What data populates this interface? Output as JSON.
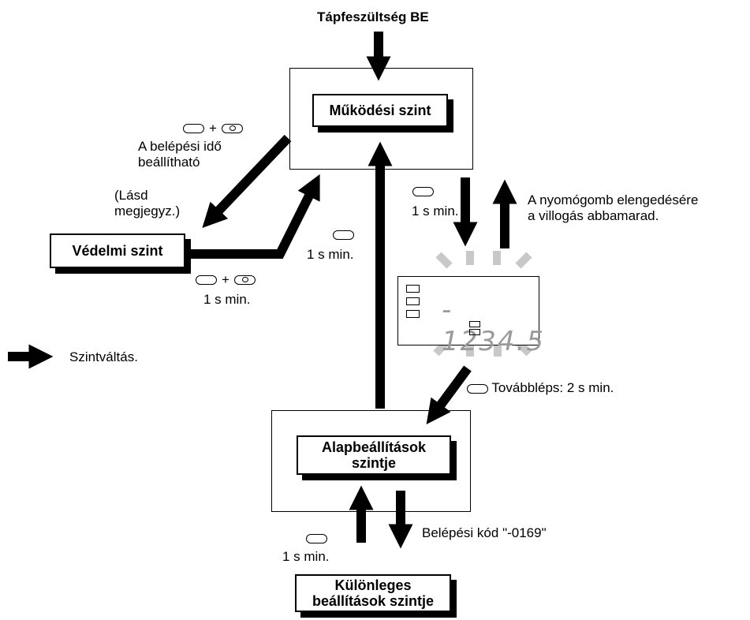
{
  "diagram": {
    "power_on": "Tápfeszültség BE",
    "levels": {
      "operation": "Működési szint",
      "protect": "Védelmi szint",
      "initial_line1": "Alapbeállítások",
      "initial_line2": "szintje",
      "advanced_line1": "Különleges",
      "advanced_line2": "beállítások szintje"
    },
    "labels": {
      "enter_time_line1": "A belépési idő",
      "enter_time_line2": "beállítható",
      "see_note_line1": "(Lásd",
      "see_note_line2": "megjegyz.)",
      "protect_return_time": "1 s min.",
      "op_to_panel_time": "1 s min.",
      "release_line1": "A nyomógomb elengedésére",
      "release_line2": "a villogás abbamarad.",
      "initial_to_op_time": "1 s min.",
      "legend": "Szintváltás.",
      "continue": "Továbbléps: 2 s min.",
      "password": "Belépési kód \"-0169\"",
      "advanced_return_time": "1 s min."
    },
    "display_value": "- 1234.5",
    "icons": [
      "mode-key-icon",
      "level-key-icon",
      "arrow-icon"
    ],
    "colors": {
      "arrow": "#000000",
      "blink": "#c8c8c8",
      "digits": "#9a9a9a"
    }
  }
}
